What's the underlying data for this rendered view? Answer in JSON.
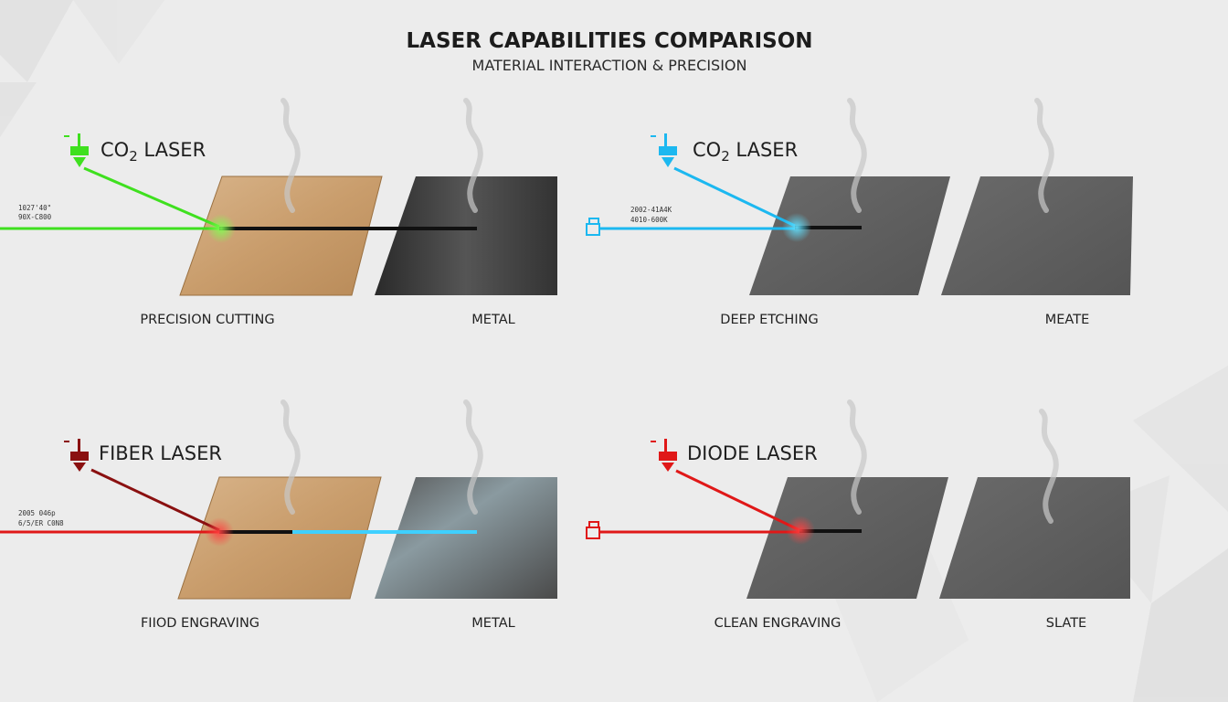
{
  "header": {
    "title": "LASER CAPABILITIES COMPARISON",
    "subtitle": "MATERIAL INTERACTION & PRECISION"
  },
  "colors": {
    "green": "#3fe01f",
    "cyan": "#1cb8f0",
    "red": "#e01818",
    "dark_red": "#8a1010"
  },
  "panels": [
    {
      "title_main": "CO",
      "title_sub": "2",
      "title_rest": " LASER",
      "spec_line1": "1027'40\"",
      "spec_line2": "90X-C800",
      "label_left": "PRECISION CUTTING",
      "label_right": "METAL",
      "icon": "laser-head-icon",
      "beam_color": "green"
    },
    {
      "title_main": "CO",
      "title_sub": "2",
      "title_rest": " LASER",
      "spec_line1": "2002-41A4K",
      "spec_line2": "4010-600K",
      "label_left": "DEEP ETCHING",
      "label_right": "MEATE",
      "icon": "laser-head-icon",
      "beam_color": "cyan"
    },
    {
      "title": "FIBER LASER",
      "spec_line1": "2005 046p",
      "spec_line2": "6/5/ER C0N8",
      "label_left": "FIIOD ENGRAVING",
      "label_right": "METAL",
      "icon": "laser-head-icon",
      "beam_color": "red"
    },
    {
      "title": "DIODE LASER",
      "label_left": "CLEAN ENGRAVING",
      "label_right": "SLATE",
      "icon": "laser-head-icon",
      "beam_color": "red"
    }
  ]
}
